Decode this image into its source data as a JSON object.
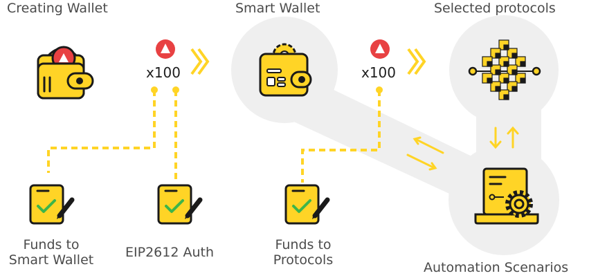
{
  "stages": {
    "creating_wallet": "Creating Wallet",
    "smart_wallet": "Smart Wallet",
    "selected_protocols": "Selected protocols",
    "automation_scenarios": "Automation Scenarios"
  },
  "multipliers": {
    "first": "x100",
    "second": "x100"
  },
  "signatures": {
    "funds_to_smart_wallet": [
      "Funds to",
      "Smart Wallet"
    ],
    "eip2612_auth": "EIP2612 Auth",
    "funds_to_protocols": [
      "Funds to",
      "Protocols"
    ]
  },
  "colors": {
    "accent": "#FFD426",
    "dark": "#1A1A1A",
    "bubble": "#EFEFEF",
    "token": "#E84142",
    "check": "#3DB54A"
  },
  "icons": [
    "wallet-icon",
    "avalanche-icon",
    "chevron-right-icon",
    "smart-wallet-gear-icon",
    "protocols-network-icon",
    "automation-laptop-gear-icon",
    "signed-document-icon",
    "exchange-arrows-icon"
  ]
}
